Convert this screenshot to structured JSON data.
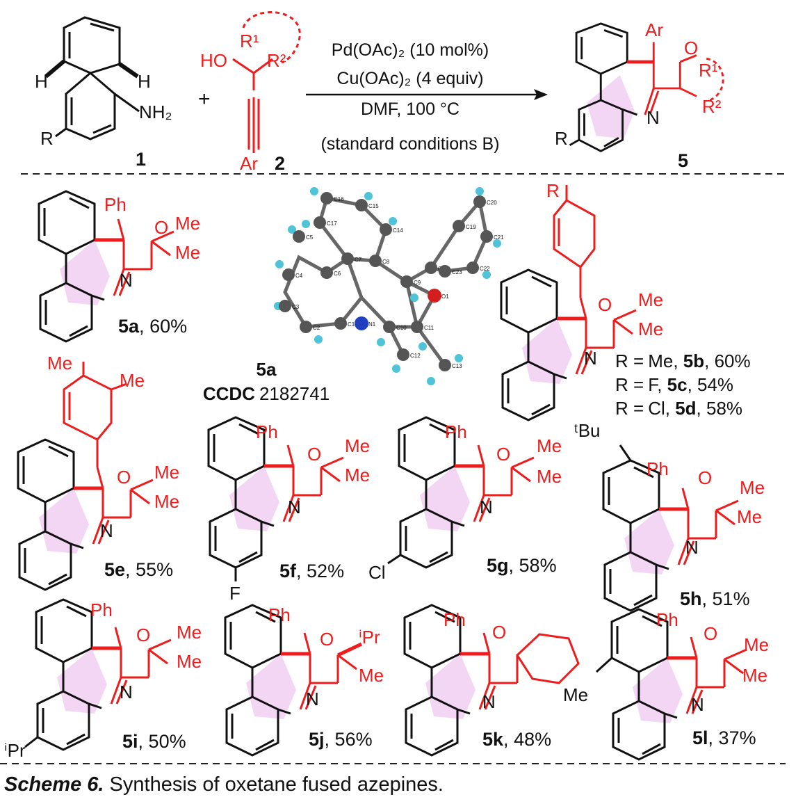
{
  "reaction": {
    "reagent_lines": [
      "Pd(OAc)₂ (10 mol%)",
      "Cu(OAc)₂ (4 equiv)",
      "DMF, 100 °C",
      "(standard conditions B)"
    ],
    "plus": "+",
    "labels": {
      "sm1": "1",
      "sm2": "2",
      "product": "5"
    },
    "sm1_text": {
      "h_left": "H",
      "h_right": "H",
      "amine": "NH₂",
      "r": "R"
    },
    "sm2_text": {
      "oh": "HO",
      "r1": "R¹",
      "r2": "R²",
      "ar": "Ar"
    },
    "product_text": {
      "ar": "Ar",
      "o": "O",
      "r1": "R¹",
      "r2": "R²",
      "n": "N",
      "r": "R"
    }
  },
  "xray": {
    "label": "5a",
    "ccdc_prefix": "CCDC",
    "ccdc_number": "2182741",
    "atoms": [
      "C16",
      "C15",
      "C17",
      "C14",
      "C5",
      "C7",
      "C8",
      "C20",
      "C19",
      "C21",
      "C6",
      "C18",
      "C22",
      "C4",
      "C9",
      "C23",
      "C3",
      "O1",
      "C1",
      "C10",
      "C11",
      "C2",
      "N1",
      "C12",
      "C13"
    ]
  },
  "compounds": [
    {
      "id": "5a",
      "yield": "60%"
    },
    {
      "id": "5b",
      "yield": "60%",
      "r": "Me"
    },
    {
      "id": "5c",
      "yield": "54%",
      "r": "F"
    },
    {
      "id": "5d",
      "yield": "58%",
      "r": "Cl"
    },
    {
      "id": "5e",
      "yield": "55%"
    },
    {
      "id": "5f",
      "yield": "52%"
    },
    {
      "id": "5g",
      "yield": "58%"
    },
    {
      "id": "5h",
      "yield": "51%"
    },
    {
      "id": "5i",
      "yield": "50%"
    },
    {
      "id": "5j",
      "yield": "56%"
    },
    {
      "id": "5k",
      "yield": "48%"
    },
    {
      "id": "5l",
      "yield": "37%"
    }
  ],
  "atom_text": {
    "ph": "Ph",
    "o": "O",
    "me": "Me",
    "n": "N",
    "f": "F",
    "cl": "Cl",
    "r": "R",
    "ipr": "ⁱPr",
    "tbu": "ᵗBu",
    "r_eq": "R ="
  },
  "caption": {
    "lead": "Scheme 6.",
    "text": " Synthesis of oxetane fused azepines."
  },
  "colors": {
    "bond": "#111111",
    "red": "#ee1c1c",
    "azepine_fill": "#f3d6f3",
    "oxygen_sphere": "#d21e1e",
    "nitrogen_sphere": "#1f3fbf",
    "hydrogen_sphere": "#4fc3d8",
    "carbon_sphere": "#555555"
  }
}
